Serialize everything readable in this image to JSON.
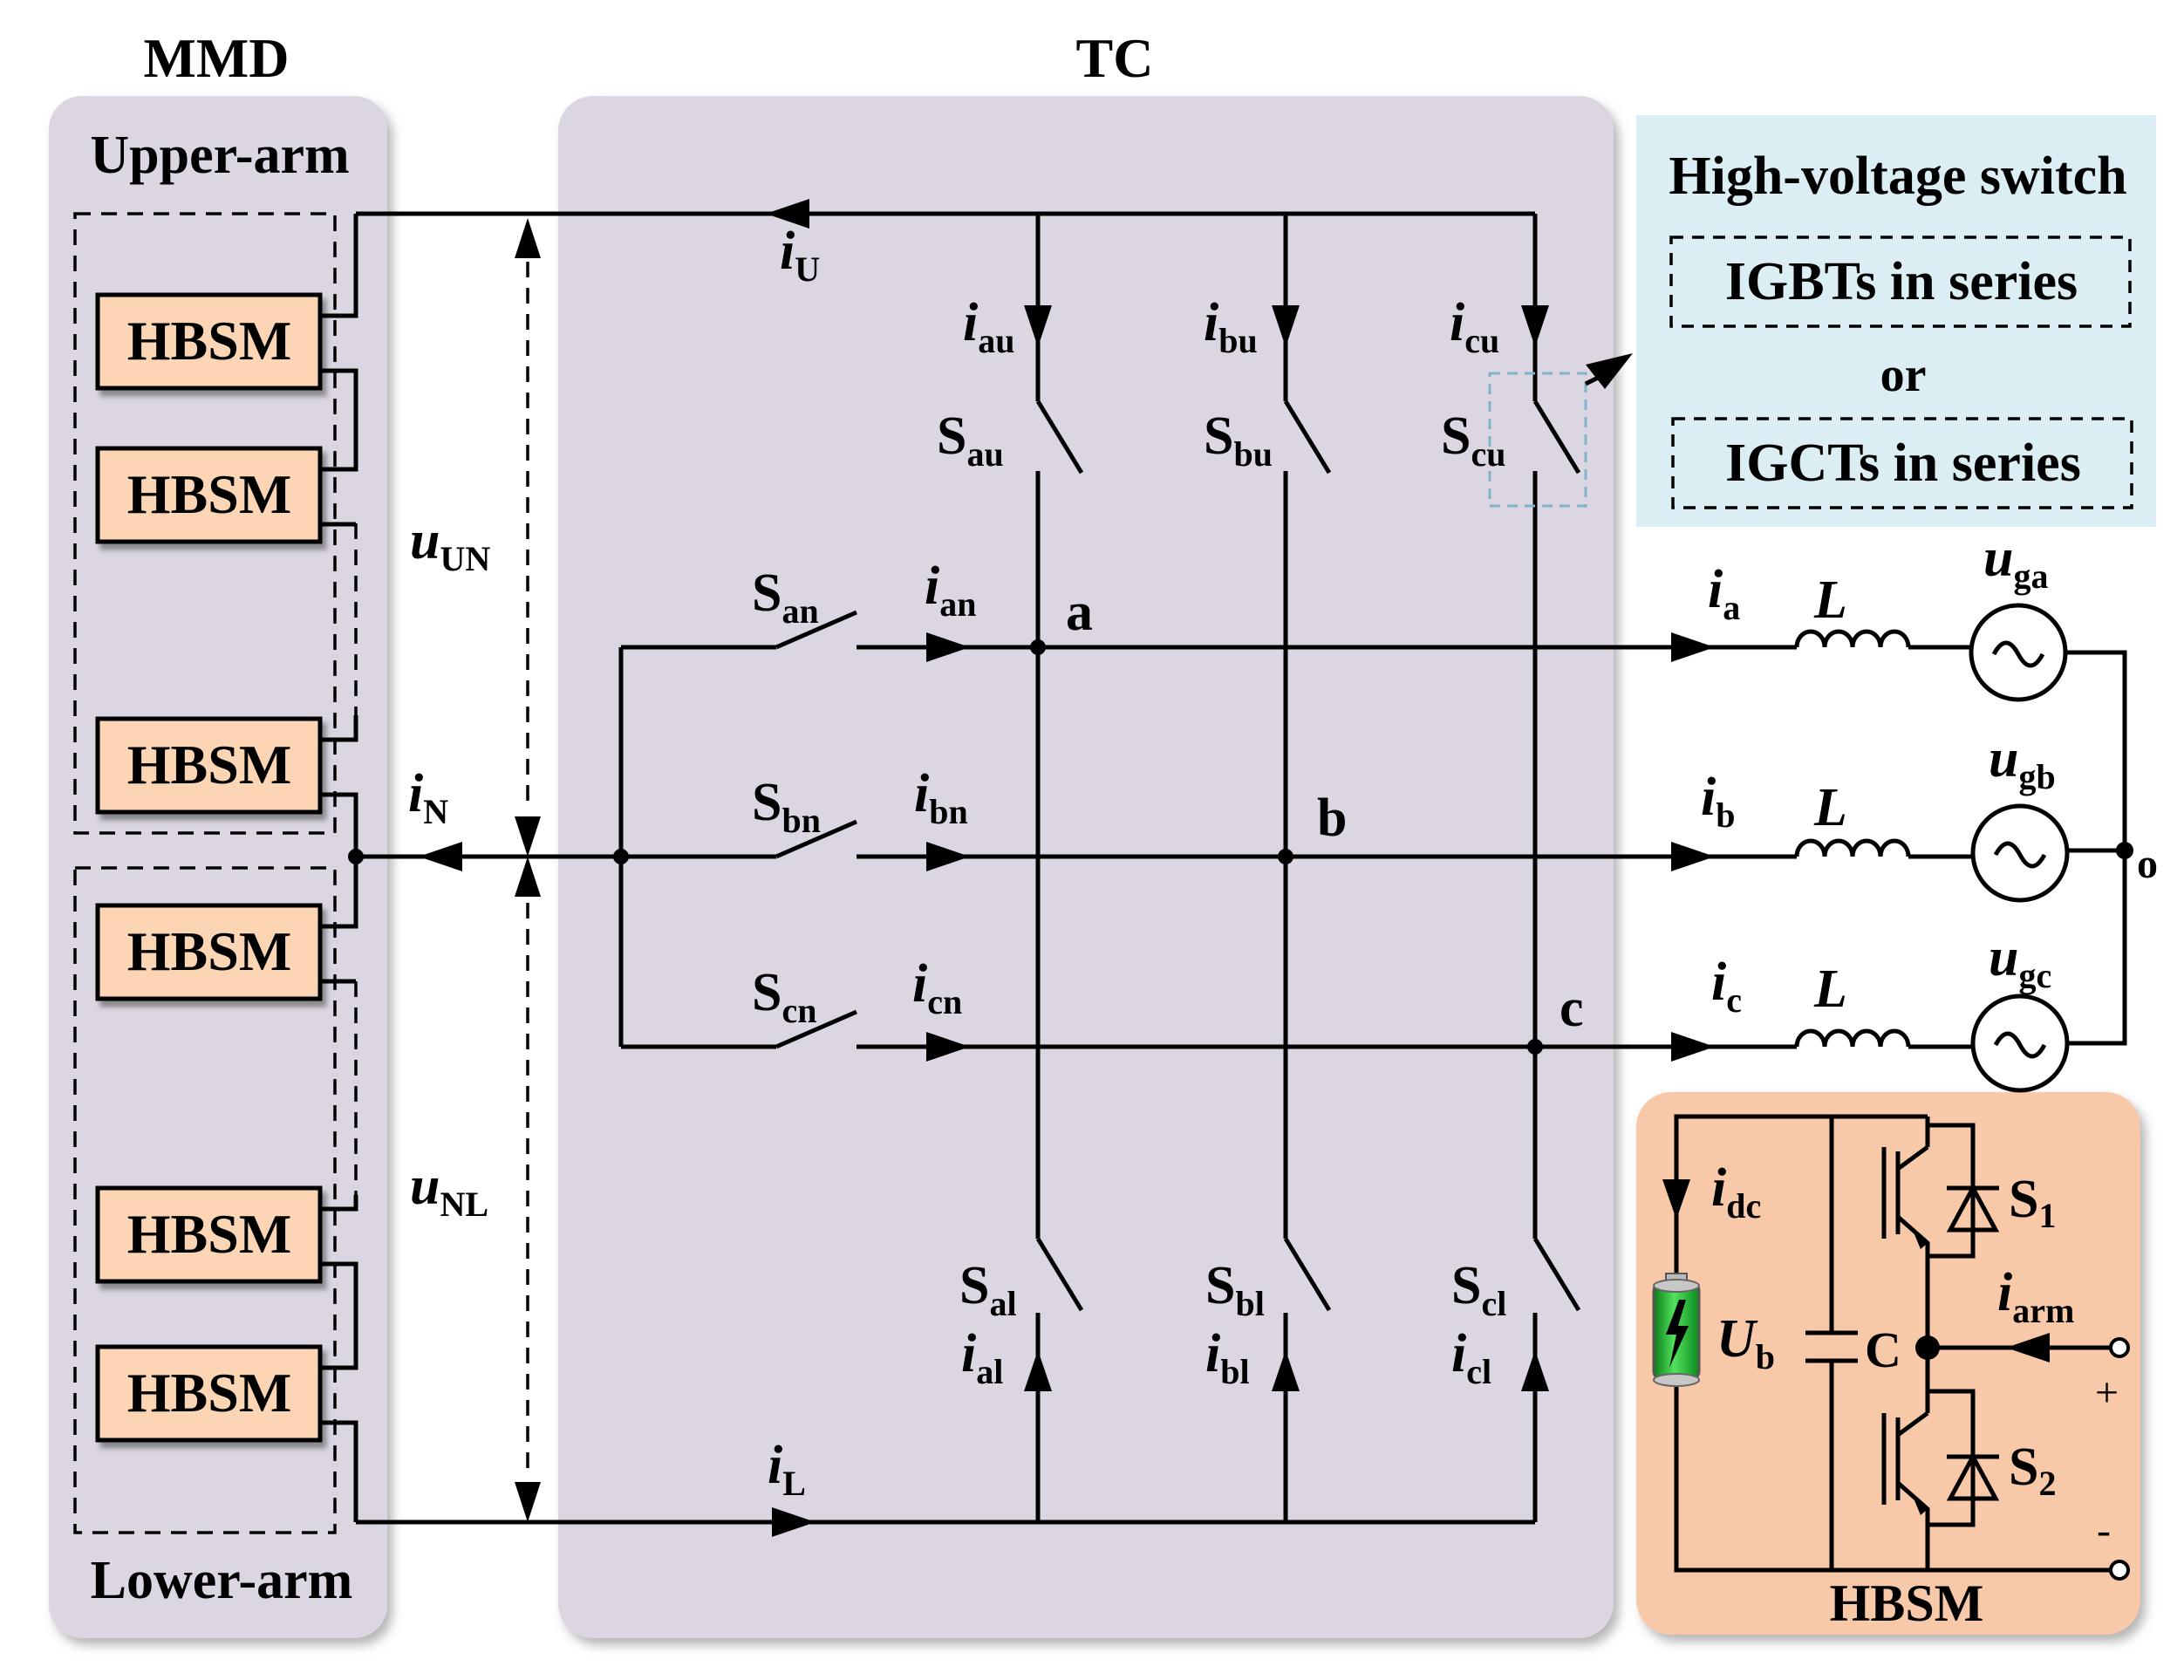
{
  "colors": {
    "panel_lavender": "#dcd6e3",
    "hbsm_fill": "#fcd5b5",
    "switch_box": "#dbeef3",
    "hbsm_panel": "#f7c9a9",
    "battery": "#22c032"
  },
  "titles": {
    "mmd": "MMD",
    "tc": "TC"
  },
  "mmd": {
    "upper_arm": "Upper-arm",
    "lower_arm": "Lower-arm",
    "modules": [
      "HBSM",
      "HBSM",
      "HBSM",
      "HBSM",
      "HBSM",
      "HBSM"
    ]
  },
  "hv_switch": {
    "title": "High-voltage switch",
    "option1": "IGBTs in series",
    "or": "or",
    "option2": "IGCTs in series"
  },
  "currents": {
    "iU": {
      "base": "i",
      "sub": "U"
    },
    "iN": {
      "base": "i",
      "sub": "N"
    },
    "iL": {
      "base": "i",
      "sub": "L"
    },
    "iau": {
      "base": "i",
      "sub": "au"
    },
    "ibu": {
      "base": "i",
      "sub": "bu"
    },
    "icu": {
      "base": "i",
      "sub": "cu"
    },
    "ian": {
      "base": "i",
      "sub": "an"
    },
    "ibn": {
      "base": "i",
      "sub": "bn"
    },
    "icn": {
      "base": "i",
      "sub": "cn"
    },
    "ial": {
      "base": "i",
      "sub": "al"
    },
    "ibl": {
      "base": "i",
      "sub": "bl"
    },
    "icl": {
      "base": "i",
      "sub": "cl"
    },
    "ia": {
      "base": "i",
      "sub": "a"
    },
    "ib": {
      "base": "i",
      "sub": "b"
    },
    "ic": {
      "base": "i",
      "sub": "c"
    },
    "idc": {
      "base": "i",
      "sub": "dc"
    },
    "iarm": {
      "base": "i",
      "sub": "arm"
    }
  },
  "voltages": {
    "uUN": {
      "base": "u",
      "sub": "UN"
    },
    "uNL": {
      "base": "u",
      "sub": "NL"
    },
    "uga": {
      "base": "u",
      "sub": "ga"
    },
    "ugb": {
      "base": "u",
      "sub": "gb"
    },
    "ugc": {
      "base": "u",
      "sub": "gc"
    },
    "Ub": {
      "base": "U",
      "sub": "b"
    }
  },
  "switches": {
    "Sau": {
      "base": "S",
      "sub": "au"
    },
    "Sbu": {
      "base": "S",
      "sub": "bu"
    },
    "Scu": {
      "base": "S",
      "sub": "cu"
    },
    "San": {
      "base": "S",
      "sub": "an"
    },
    "Sbn": {
      "base": "S",
      "sub": "bn"
    },
    "Scn": {
      "base": "S",
      "sub": "cn"
    },
    "Sal": {
      "base": "S",
      "sub": "al"
    },
    "Sbl": {
      "base": "S",
      "sub": "bl"
    },
    "Scl": {
      "base": "S",
      "sub": "cl"
    }
  },
  "nodes": {
    "a": "a",
    "b": "b",
    "c": "c",
    "o": "o"
  },
  "inductors": [
    "L",
    "L",
    "L"
  ],
  "hbsm_detail": {
    "title": "HBSM",
    "cap": "C",
    "s1": {
      "base": "S",
      "sub": "1"
    },
    "s2": {
      "base": "S",
      "sub": "2"
    },
    "plus": "+",
    "minus": "-"
  }
}
